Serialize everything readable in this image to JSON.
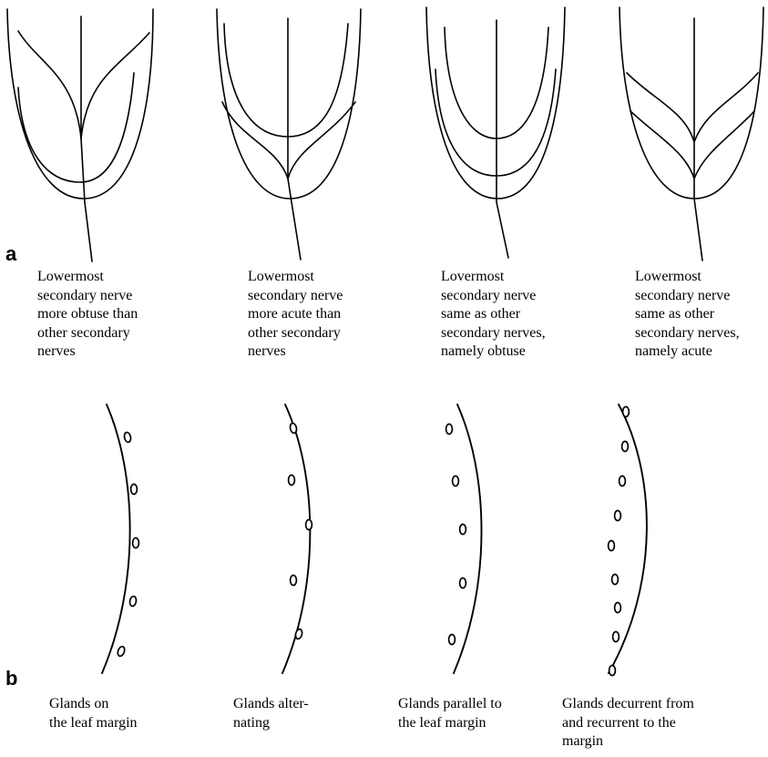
{
  "panel_a": {
    "letter": "a",
    "captions": [
      "Lowermost\nsecondary nerve\nmore obtuse than\nother secondary\nnerves",
      "Lowermost\nsecondary nerve\nmore acute than\nother secondary\nnerves",
      "Lovermost\nsecondary nerve\nsame as other\nsecondary nerves,\nnamely obtuse",
      "Lowermost\nsecondary nerve\nsame as other\nsecondary nerves,\nnamely acute"
    ]
  },
  "panel_b": {
    "letter": "b",
    "captions": [
      "Glands on\nthe leaf margin",
      "Glands alter-\nnating",
      "Glands parallel to\nthe leaf margin",
      "Glands decurrent from\nand recurrent to the\nmargin"
    ]
  }
}
